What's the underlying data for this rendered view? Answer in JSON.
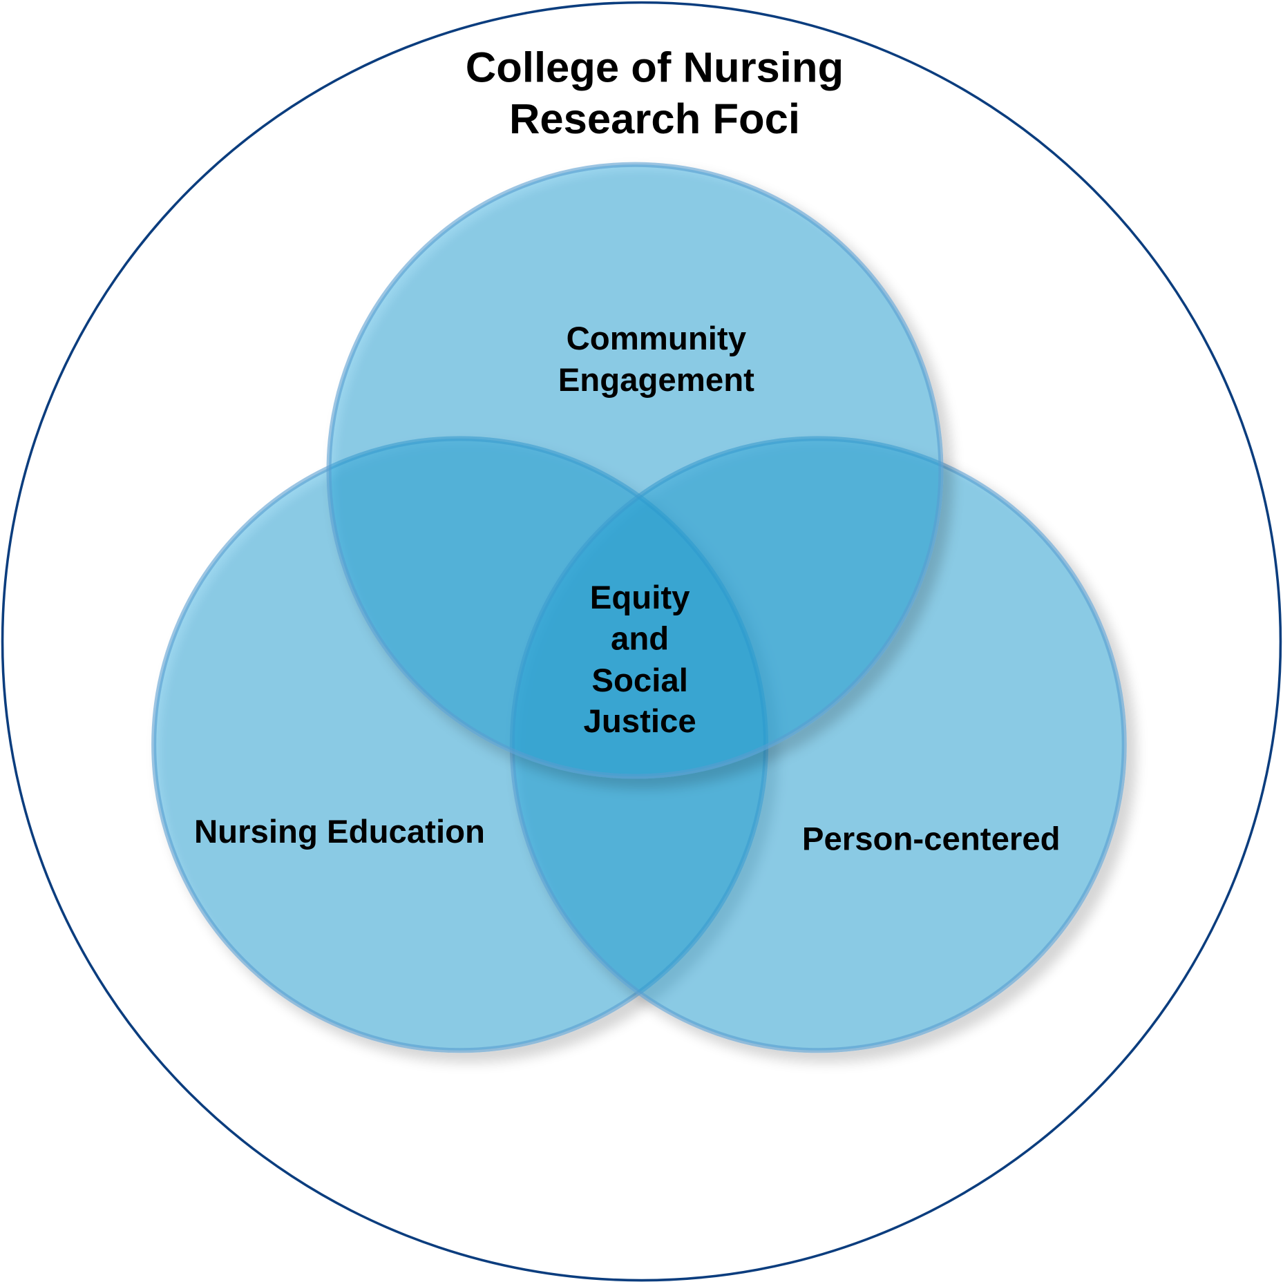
{
  "title": {
    "line1": "College of Nursing",
    "line2": "Research Foci"
  },
  "circles": [
    {
      "id": "community",
      "lines": [
        "Community",
        "Engagement"
      ]
    },
    {
      "id": "education",
      "lines": [
        "Nursing Education"
      ]
    },
    {
      "id": "person",
      "lines": [
        "Person-centered"
      ]
    }
  ],
  "center": {
    "lines": [
      "Equity",
      "and",
      "Social",
      "Justice"
    ]
  },
  "colors": {
    "outer_ring": "#0b3d7e",
    "circle_fill": "#20a6dc",
    "circle_stroke": "#5a9fd0"
  }
}
